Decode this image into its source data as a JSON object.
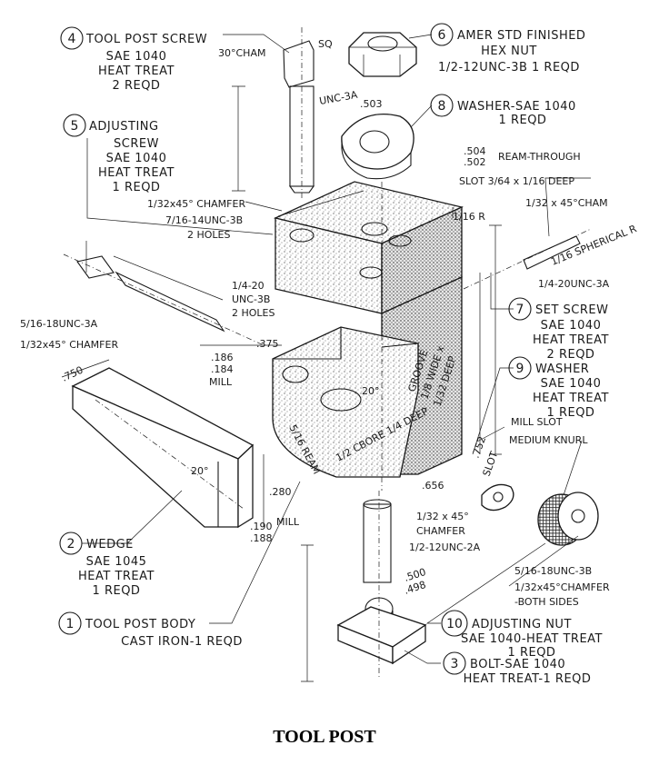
{
  "caption": "TOOL POST",
  "parts": [
    {
      "num": "4",
      "name": "TOOL POST SCREW",
      "lines": [
        "SAE 1040",
        "HEAT TREAT",
        "2 REQD"
      ]
    },
    {
      "num": "6",
      "name": "AMER STD FINISHED",
      "lines": [
        "HEX NUT",
        "1/2-12UNC-3B   1 REQD"
      ]
    },
    {
      "num": "8",
      "name": "WASHER-SAE 1040",
      "lines": [
        "1 REQD"
      ]
    },
    {
      "num": "5",
      "name": "ADJUSTING",
      "lines": [
        "SCREW",
        "SAE 1040",
        "HEAT TREAT",
        "1 REQD"
      ]
    },
    {
      "num": "7",
      "name": "SET SCREW",
      "lines": [
        "SAE 1040",
        "HEAT TREAT",
        "2 REQD"
      ]
    },
    {
      "num": "9",
      "name": "WASHER",
      "lines": [
        "SAE 1040",
        "HEAT TREAT",
        "1 REQD"
      ]
    },
    {
      "num": "2",
      "name": "WEDGE",
      "lines": [
        "SAE 1045",
        "HEAT TREAT",
        "1 REQD"
      ]
    },
    {
      "num": "1",
      "name": "TOOL POST BODY",
      "lines": [
        "CAST IRON-1 REQD"
      ]
    },
    {
      "num": "10",
      "name": "ADJUSTING NUT",
      "lines": [
        "SAE 1040-HEAT TREAT",
        "1 REQD"
      ]
    },
    {
      "num": "3",
      "name": "BOLT-SAE 1040",
      "lines": [
        "HEAT TREAT-1 REQD"
      ]
    }
  ],
  "notes": {
    "cham30": "30°CHAM",
    "sq": "SQ",
    "unc3a_top": "UNC-3A",
    "d503": ".503",
    "ream_through_a": ".504",
    "ream_through_b": ".502",
    "ream_through": "REAM-THROUGH",
    "slot_deep": "SLOT 3/64 x 1/16 DEEP",
    "cham45_a": "1/32 x 45°CHAM",
    "r116": "1/16 R",
    "chamfer_45": "1/32x45° CHAMFER",
    "unc_716": "7/16-14UNC-3B",
    "holes2_a": "2 HOLES",
    "unc_14_20": "1/4-20",
    "unc3b": "UNC-3B",
    "holes2_b": "2 HOLES",
    "unc_516_18": "5/16-18UNC-3A",
    "chamfer_45b": "1/32x45° CHAMFER",
    "d186": ".186",
    "d184": ".184",
    "mill": "MILL",
    "d375": ".375",
    "d750": ".750",
    "ang20": "20°",
    "ang20b": "20°",
    "groove": "GROOVE",
    "groove_wide": "1/8 WIDE x",
    "groove_deep": "1/32 DEEP",
    "ream_cbore": "5/16 REAM",
    "cbore_deep": "1/2 CBORE 1/4 DEEP",
    "d280": ".280",
    "d190": ".190",
    "d188": ".188",
    "mill2": "MILL",
    "d656": ".656",
    "d752": ".752",
    "slot": "SLOT",
    "mill_slot": "MILL SLOT",
    "medium_knurl": "MEDIUM KNURL",
    "spherical": "1/16 SPHERICAL R",
    "unc_1420_3a": "1/4-20UNC-3A",
    "cham_32": "1/32 x 45°",
    "chamfer_word": "CHAMFER",
    "unc12_2a": "1/2-12UNC-2A",
    "d500": ".500",
    "d498": ".498",
    "unc_516_3b": "5/16-18UNC-3B",
    "cham_both": "1/32x45°CHAMFER",
    "both_sides": "-BOTH SIDES"
  }
}
